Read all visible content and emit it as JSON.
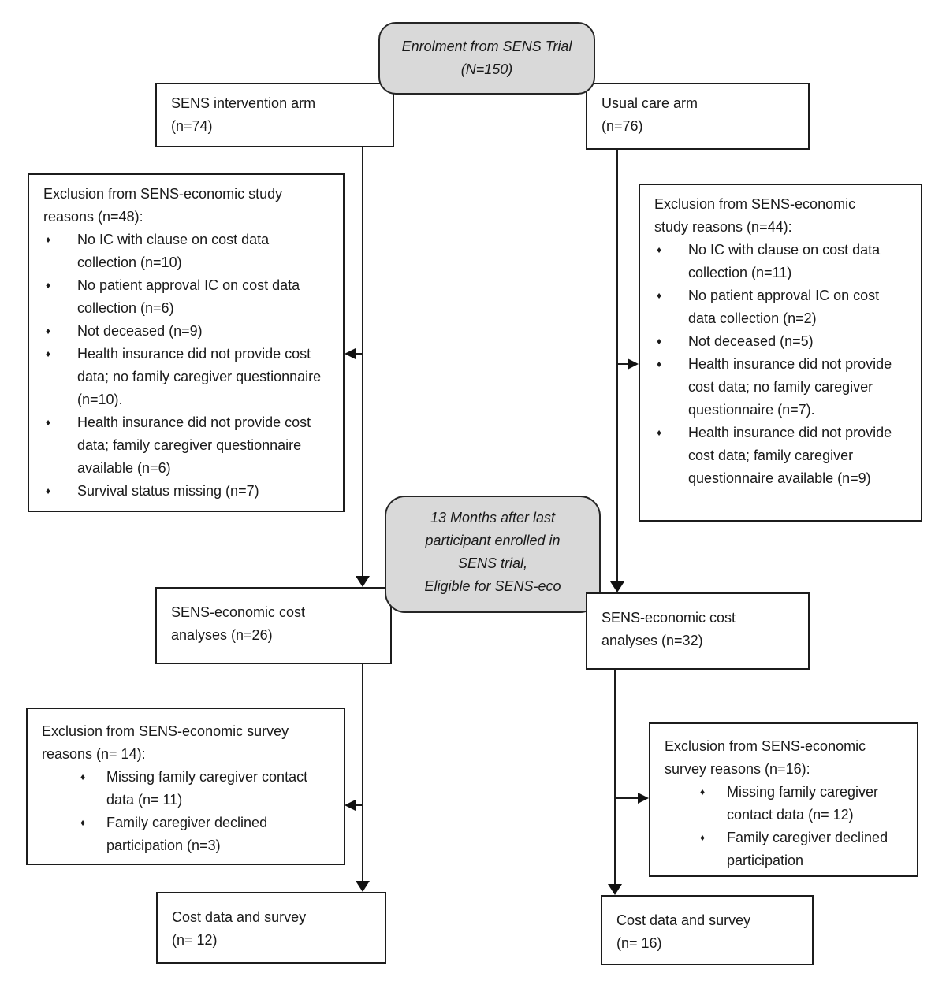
{
  "palette": {
    "box_fill": "#ffffff",
    "rounded_fill": "#d9d9d9",
    "border": "#1c1c1c",
    "text": "#1a1a1a"
  },
  "glyphs": {
    "bullet": "♦"
  },
  "nodes": {
    "enrolment": {
      "line1": "Enrolment from SENS Trial",
      "line2": "(N=150)"
    },
    "intervention_arm": {
      "line1": "SENS intervention arm",
      "line2": "(n=74)"
    },
    "usual_care_arm": {
      "line1": "Usual care arm",
      "line2": "(n=76)"
    },
    "exclusion_study_left": {
      "title": "Exclusion from SENS-economic study reasons (n=48):",
      "bullets": [
        "No IC with clause on cost data collection (n=10)",
        "No patient approval IC on cost data collection (n=6)",
        "Not deceased (n=9)",
        "Health insurance did not provide cost data; no family caregiver questionnaire (n=10).",
        "Health insurance did not provide cost data; family caregiver questionnaire available (n=6)",
        "Survival status missing (n=7)"
      ]
    },
    "exclusion_study_right": {
      "title": "Exclusion from SENS-economic study reasons (n=44):",
      "bullets": [
        "No IC with clause on cost data collection (n=11)",
        "No patient approval IC on cost data collection (n=2)",
        "Not deceased (n=5)",
        "Health insurance did not provide cost data; no family caregiver questionnaire (n=7).",
        "Health insurance did not provide cost data; family caregiver questionnaire available (n=9)"
      ]
    },
    "eligibility": {
      "line1": "13 Months after last",
      "line2": "participant enrolled in",
      "line3": "SENS trial,",
      "line4": "Eligible for SENS-eco"
    },
    "cost_analyses_left": {
      "line1": "SENS-economic cost",
      "line2": "analyses (n=26)"
    },
    "cost_analyses_right": {
      "line1": "SENS-economic cost",
      "line2": "analyses (n=32)"
    },
    "exclusion_survey_left": {
      "title": "Exclusion from SENS-economic survey reasons (n= 14):",
      "bullets": [
        "Missing family caregiver contact data (n= 11)",
        "Family caregiver declined participation (n=3)"
      ]
    },
    "exclusion_survey_right": {
      "title": "Exclusion from SENS-economic survey reasons (n=16):",
      "bullets": [
        "Missing family caregiver contact data (n= 12)",
        "Family caregiver declined participation"
      ]
    },
    "cost_survey_left": {
      "line1": "Cost data and survey",
      "line2": "(n= 12)"
    },
    "cost_survey_right": {
      "line1": "Cost data and survey",
      "line2": "(n= 16)"
    }
  }
}
